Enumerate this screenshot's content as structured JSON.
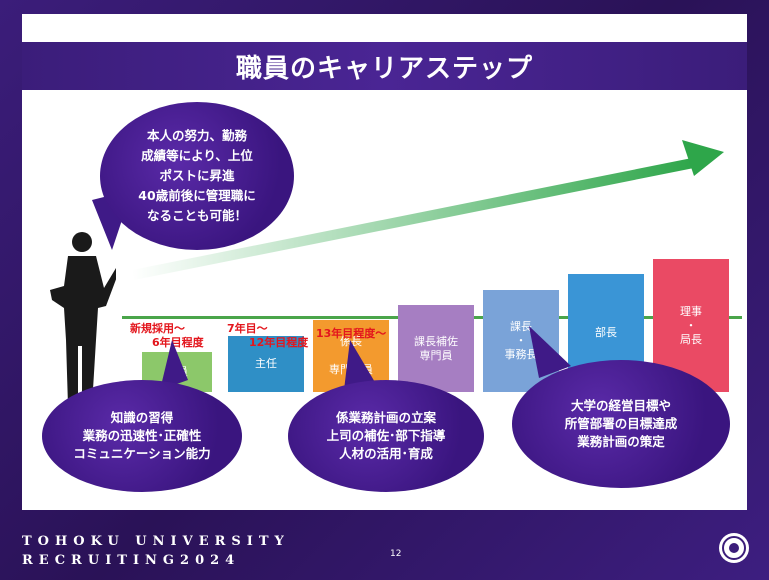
{
  "title": "職員のキャリアステップ",
  "speech": "本人の努力、勤務\n成績等により、上位\nポストに昇進\n40歳前後に管理職に\nなることも可能！",
  "steps": [
    {
      "label": "係員",
      "color": "#8cc86a"
    },
    {
      "label": "主任",
      "color": "#2f8fc6"
    },
    {
      "label": "係長\n・\n専門職員",
      "color": "#f39a2e"
    },
    {
      "label": "課長補佐\n専門員",
      "color": "#a67ec2"
    },
    {
      "label": "課長\n・\n事務長",
      "color": "#7aa3d8"
    },
    {
      "label": "部長",
      "color": "#3a95d6"
    },
    {
      "label": "理事\n・\n局長",
      "color": "#ea4a64"
    }
  ],
  "milestones": [
    {
      "text": "新規採用～\n　　6年目程度"
    },
    {
      "text": "7年目～\n　　12年目程度"
    },
    {
      "text": "13年目程度～"
    }
  ],
  "bubbles": [
    {
      "text": "知識の習得\n業務の迅速性･正確性\nコミュニケーション能力"
    },
    {
      "text": "係業務計画の立案\n上司の補佐･部下指導\n人材の活用･育成"
    },
    {
      "text": "大学の経営目標や\n所管部署の目標達成\n業務計画の策定"
    }
  ],
  "footer": {
    "line1": "TOHOKU UNIVERSITY",
    "line2": "RECRUITING2024",
    "page": "12"
  },
  "colors": {
    "purple": "#3b1d7a",
    "green_line": "#4aa54a",
    "red_text": "#e3161d"
  }
}
